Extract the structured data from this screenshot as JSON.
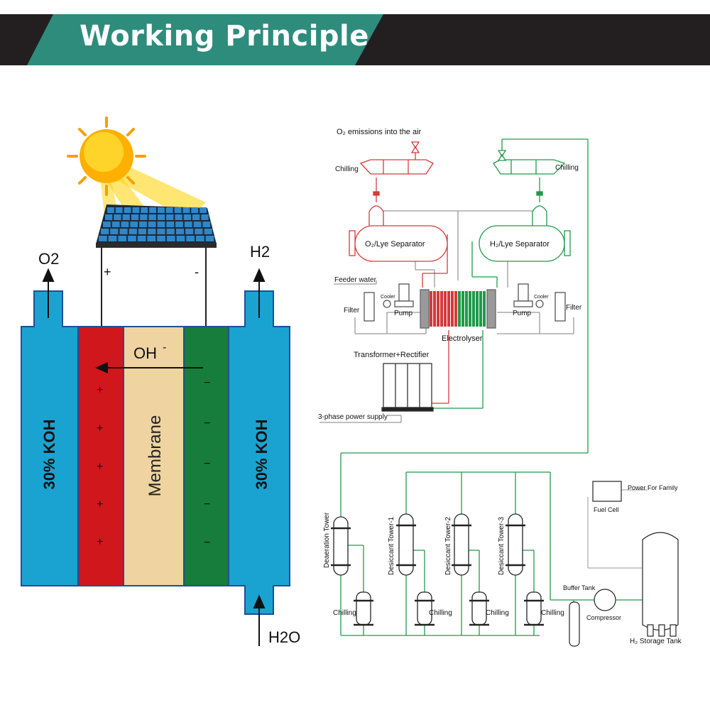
{
  "header": {
    "title": "Working Principle"
  },
  "cell": {
    "o2_label": "O2",
    "h2_label": "H2",
    "h2o_label": "H2O",
    "plus_terminal": "+",
    "minus_terminal": "-",
    "ion_label": "OH",
    "ion_charge": "-",
    "left_electrolyte": "30% KOH",
    "right_electrolyte": "30% KOH",
    "membrane": "Membrane",
    "anode_sign": "+",
    "cathode_sign": "−"
  },
  "process": {
    "o2_emission": "O₂ emissions into the air",
    "chilling_left": "Chilling",
    "chilling_right": "Chilling",
    "o2_separator": "O₂/Lye Separator",
    "h2_separator": "H₂/Lye Separator",
    "feeder_water": "Feeder water",
    "filter_left": "Filter",
    "filter_right": "Filter",
    "cooler_left": "Cooler",
    "cooler_right": "Cooler",
    "pump_left": "Pump",
    "pump_right": "Pump",
    "electrolyser": "Electrolyser",
    "transformer": "Transformer+Rectifier",
    "power_supply": "3-phase power supply"
  },
  "purification": {
    "deaeration": "Deaeration Tower",
    "desiccant_1": "Desiccant Tower-1",
    "desiccant_2": "Desiccant Tower-2",
    "desiccant_3": "Desiccant Tower-3",
    "chilling": "Chilling",
    "buffer_tank": "Buffer Tank",
    "compressor": "Compressor",
    "storage_tank": "H₂ Storage Tank",
    "fuel_cell": "Fuel Cell",
    "power_family": "Power For Family"
  },
  "colors": {
    "banner_teal": "#2e8c7c",
    "banner_dark": "#231f20",
    "koh_blue": "#1aa3d1",
    "anode_red": "#d0171c",
    "cathode_green": "#167d3c",
    "membrane_beige": "#efd3a1",
    "pipe_red": "#d63a3a",
    "pipe_green": "#1f9a4a"
  }
}
